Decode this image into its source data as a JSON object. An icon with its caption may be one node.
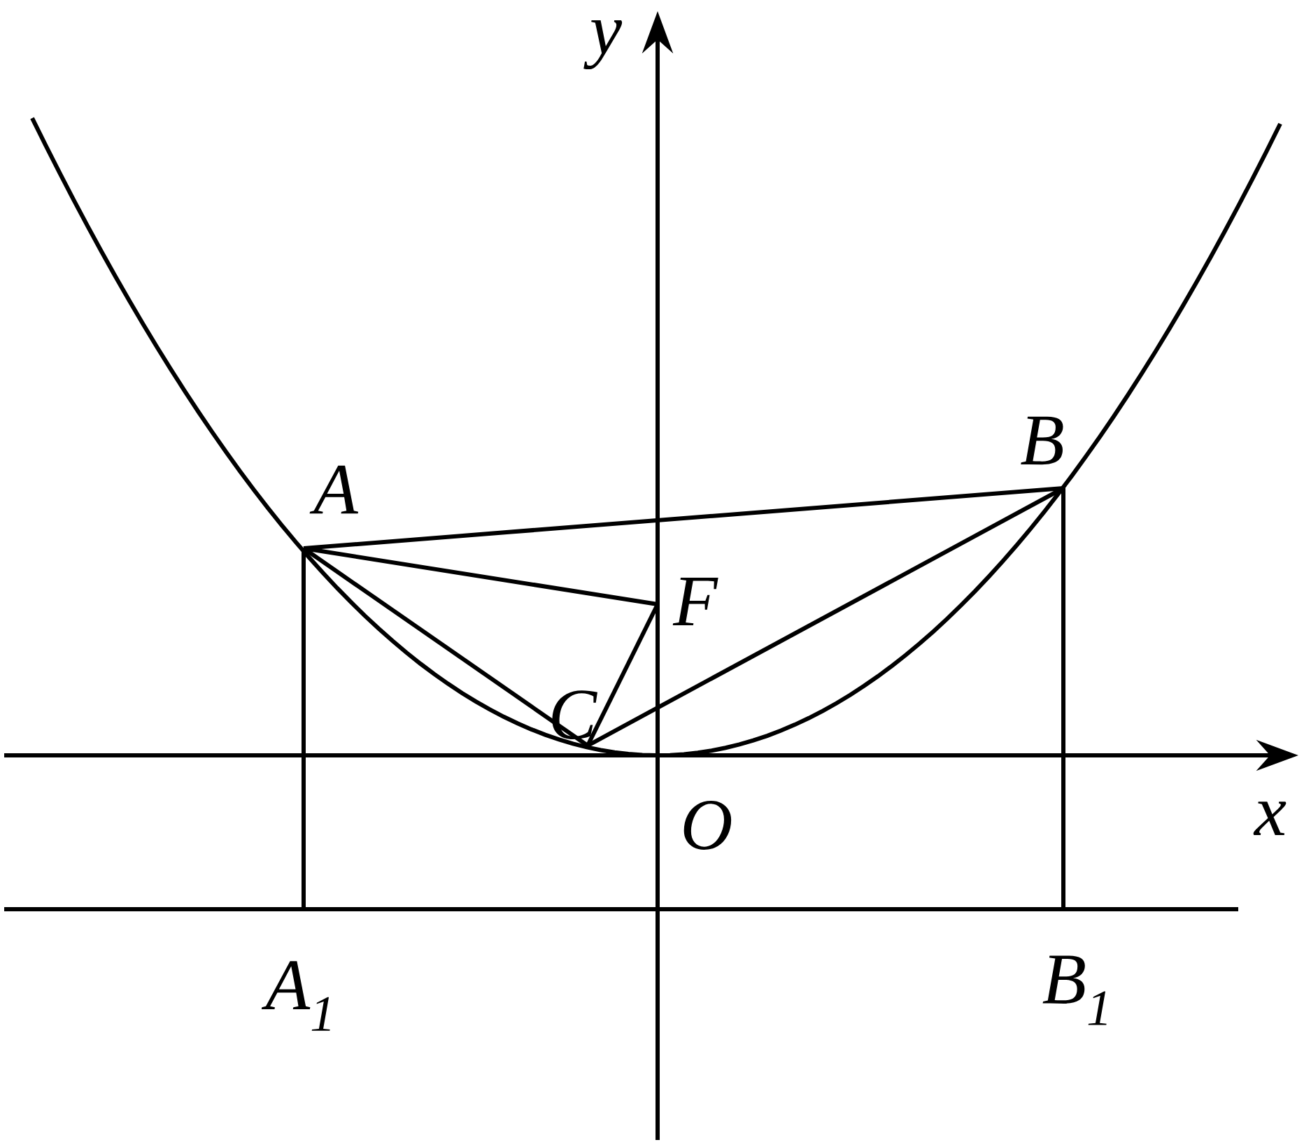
{
  "diagram": {
    "nodes": [
      {
        "text": [
          "A"
        ]
      },
      {
        "text": [
          "B"
        ]
      },
      {
        "text": [
          "C"
        ]
      },
      {
        "text": [
          "F"
        ]
      },
      {
        "text": [
          "*A*$_{1}$"
        ]
      },
      {
        "text": [
          "*B*$_{1}$"
        ]
      }
    ],
    "edges": [
      {
        "from": 0,
        "to": 1,
        "arrow": "none"
      },
      {
        "from": 0,
        "to": 3,
        "arrow": "none"
      },
      {
        "from": 0,
        "to": 2,
        "arrow": "none"
      },
      {
        "from": 2,
        "to": 3,
        "arrow": "none"
      },
      {
        "from": 2,
        "to": 1,
        "arrow": "none"
      },
      {
        "from": 0,
        "to": 4,
        "arrow": "none"
      },
      {
        "from": 1,
        "to": 5,
        "arrow": "none"
      }
    ],
    "labels": [
      "y",
      "x",
      "O"
    ]
  }
}
